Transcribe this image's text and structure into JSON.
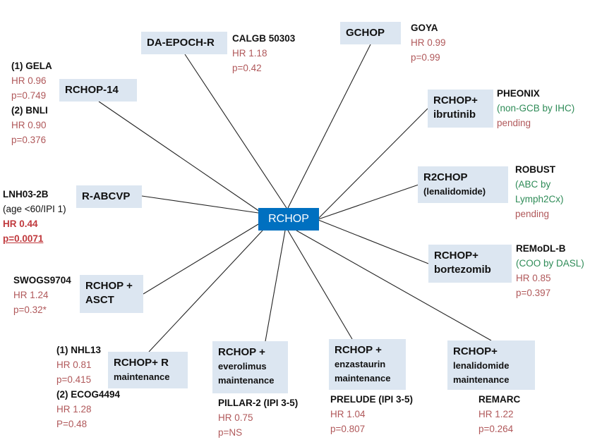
{
  "center": "RCHOP",
  "colors": {
    "box": "#dce6f1",
    "center": "#0070c0",
    "result": "#b0585a",
    "subgroup": "#2e8b57"
  },
  "nodes": {
    "da_epoch": {
      "label": [
        "DA-EPOCH-R"
      ],
      "ann": [
        "CALGB 50303",
        "HR 1.18",
        "p=0.42"
      ]
    },
    "rchop14": {
      "label": [
        "RCHOP-14"
      ],
      "ann": [
        "(1) GELA",
        "HR 0.96",
        "p=0.749",
        "(2) BNLI",
        "HR 0.90",
        "p=0.376"
      ]
    },
    "rabcvp": {
      "label": [
        "R-ABCVP"
      ],
      "ann": [
        "LNH03-2B",
        "(age <60/IPI 1)",
        "HR 0.44",
        "p=0.0071"
      ]
    },
    "gchop": {
      "label": [
        "GCHOP"
      ],
      "ann": [
        "GOYA",
        "HR 0.99",
        "p=0.99"
      ]
    },
    "ibrutinib": {
      "label": [
        "RCHOP+",
        "ibrutinib"
      ],
      "ann": [
        "PHEONIX",
        "(non-GCB by IHC)",
        "pending"
      ]
    },
    "r2chop": {
      "label": [
        "R2CHOP",
        "(lenalidomide)"
      ],
      "ann": [
        "ROBUST",
        "(ABC by",
        "Lymph2Cx)",
        "pending"
      ]
    },
    "bortezomib": {
      "label": [
        "RCHOP+",
        "bortezomib"
      ],
      "ann": [
        "REMoDL-B",
        "(COO by DASL)",
        "HR 0.85",
        "p=0.397"
      ]
    },
    "asct": {
      "label": [
        "RCHOP +",
        "ASCT"
      ],
      "ann": [
        "SWOGS9704",
        "HR 1.24",
        "p=0.32*"
      ]
    },
    "rmaint": {
      "label": [
        "RCHOP+ R",
        "maintenance"
      ],
      "ann": [
        "(1) NHL13",
        "HR 0.81",
        "p=0.415",
        "(2) ECOG4494",
        "HR 1.28",
        "P=0.48"
      ]
    },
    "everolimus": {
      "label": [
        "RCHOP +",
        "everolimus",
        "maintenance"
      ],
      "ann": [
        "PILLAR-2 (IPI 3-5)",
        "HR 0.75",
        "p=NS"
      ]
    },
    "enzastaurin": {
      "label": [
        "RCHOP +",
        "enzastaurin",
        "maintenance"
      ],
      "ann": [
        "PRELUDE (IPI 3-5)",
        "HR 1.04",
        "p=0.807"
      ]
    },
    "lenmaint": {
      "label": [
        "RCHOP+",
        "lenalidomide",
        "maintenance"
      ],
      "ann": [
        "REMARC",
        "HR 1.22",
        "p=0.264"
      ]
    }
  }
}
